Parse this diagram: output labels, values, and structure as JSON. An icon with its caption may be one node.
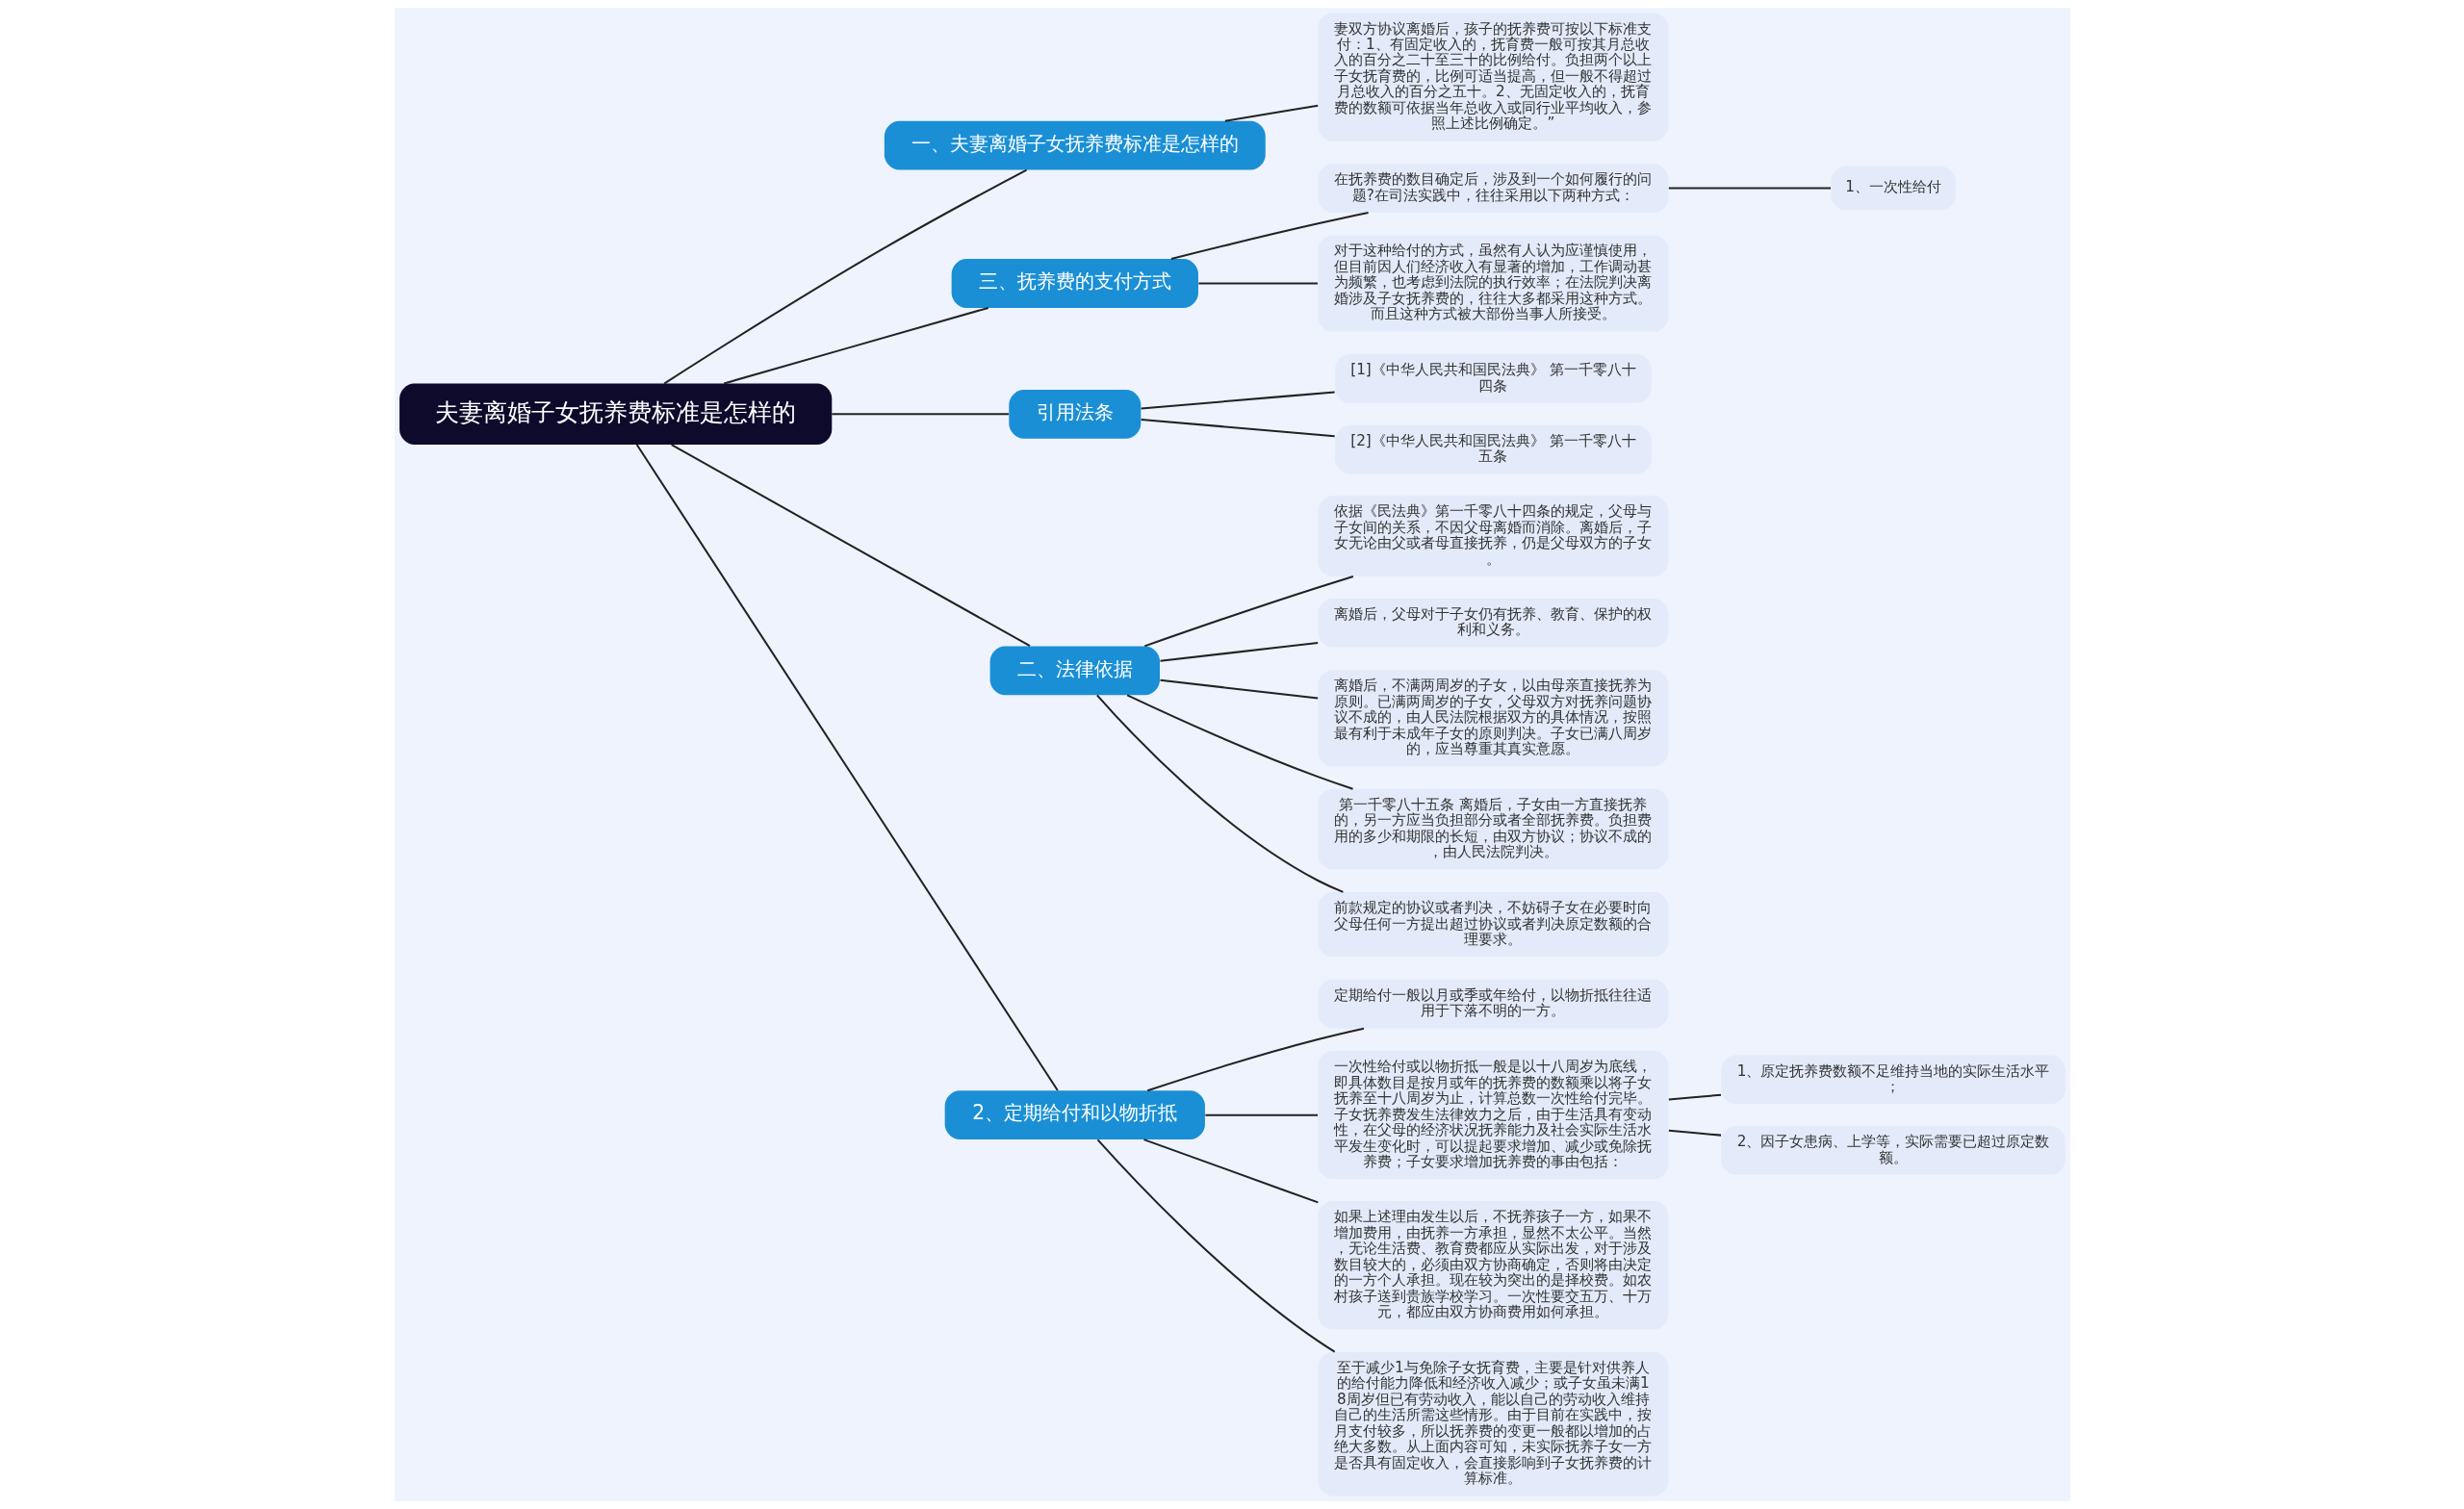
{
  "diagram": {
    "nodes": [
      {
        "text": [
          "夫妻离婚子女抚养费标准是怎样的"
        ]
      },
      {
        "text": [
          "一、夫妻离婚子女抚养费标准是怎样的"
        ]
      },
      {
        "text": [
          "妻双方协议离婚后，孩子的抚养费可按以下标准支付：1、有固定收入的，抚育费一般可按其月总收入的百分之二十至三十的比例给付。负担两个以上子女抚育费的，比例可适当提高，但一般不得超过月总收入的百分之五十。2、无固定收入的，抚育费的数额可依据当年总收入或同行业平均收入，参照上述比例确定。”"
        ]
      },
      {
        "text": [
          "三、抚养费的支付方式"
        ]
      },
      {
        "text": [
          "在抚养费的数目确定后，涉及到一个如何履行的问题?在司法实践中，往往采用以下两种方式："
        ]
      },
      {
        "text": [
          "1、一次性给付"
        ]
      },
      {
        "text": [
          "对于这种给付的方式，虽然有人认为应谨慎使用，但目前因人们经济收入有显著的增加，工作调动甚为频繁，也考虑到法院的执行效率；在法院判决离婚涉及子女抚养费的，往往大多都采用这种方式。而且这种方式被大部份当事人所接受。"
        ]
      },
      {
        "text": [
          "引用法条"
        ]
      },
      {
        "text": [
          "[1]《中华人民共和国民法典》 第一千零八十四条"
        ]
      },
      {
        "text": [
          "[2]《中华人民共和国民法典》 第一千零八十五条"
        ]
      },
      {
        "text": [
          "二、法律依据"
        ]
      },
      {
        "text": [
          "依据《民法典》第一千零八十四条的规定，父母与子女间的关系，不因父母离婚而消除。离婚后，子女无论由父或者母直接抚养，仍是父母双方的子女。"
        ]
      },
      {
        "text": [
          "离婚后，父母对于子女仍有抚养、教育、保护的权利和义务。"
        ]
      },
      {
        "text": [
          "离婚后，不满两周岁的子女，以由母亲直接抚养为原则。已满两周岁的子女，父母双方对抚养问题协议不成的，由人民法院根据双方的具体情况，按照最有利于未成年子女的原则判决。子女已满八周岁的，应当尊重其真实意愿。"
        ]
      },
      {
        "text": [
          "第一千零八十五条 离婚后，子女由一方直接抚养的，另一方应当负担部分或者全部抚养费。负担费用的多少和期限的长短，由双方协议；协议不成的，由人民法院判决。"
        ]
      },
      {
        "text": [
          "前款规定的协议或者判决，不妨碍子女在必要时向父母任何一方提出超过协议或者判决原定数额的合理要求。"
        ]
      },
      {
        "text": [
          "2、定期给付和以物折抵"
        ]
      },
      {
        "text": [
          "定期给付一般以月或季或年给付，以物折抵往往适用于下落不明的一方。"
        ]
      },
      {
        "text": [
          "一次性给付或以物折抵一般是以十八周岁为底线，即具体数目是按月或年的抚养费的数额乘以将子女抚养至十八周岁为止，计算总数一次性给付完毕。子女抚养费发生法律效力之后，由于生活具有变动性，在父母的经济状况抚养能力及社会实际生活水平发生变化时，可以提起要求增加、减少或免除抚养费；子女要求增加抚养费的事由包括："
        ]
      },
      {
        "text": [
          "1、原定抚养费数额不足维持当地的实际生活水平；"
        ]
      },
      {
        "text": [
          "2、因子女患病、上学等，实际需要已超过原定数额。"
        ]
      },
      {
        "text": [
          "如果上述理由发生以后，不抚养孩子一方，如果不增加费用，由抚养一方承担，显然不太公平。当然，无论生活费、教育费都应从实际出发，对于涉及数目较大的，必须由双方协商确定，否则将由决定的一方个人承担。现在较为突出的是择校费。如农村孩子送到贵族学校学习。一次性要交五万、十万元，都应由双方协商费用如何承担。"
        ]
      },
      {
        "text": [
          "至于减少1与免除子女抚育费，主要是针对供养人的给付能力降低和经济收入减少；或子女虽未满18周岁但已有劳动收入，能以自己的劳动收入维持自己的生活所需这些情形。由于目前在实践中，按月支付较多，所以抚养费的变更一般都以增加的占绝大多数。从上面内容可知，未实际抚养子女一方是否具有固定收入，会直接影响到子女抚养费的计算标准。"
        ]
      }
    ],
    "edges": [
      {
        "from": 0,
        "to": 1,
        "arrow": "none"
      },
      {
        "from": 1,
        "to": 2,
        "arrow": "none"
      },
      {
        "from": 0,
        "to": 3,
        "arrow": "none"
      },
      {
        "from": 3,
        "to": 4,
        "arrow": "none"
      },
      {
        "from": 4,
        "to": 5,
        "arrow": "none"
      },
      {
        "from": 3,
        "to": 6,
        "arrow": "none"
      },
      {
        "from": 0,
        "to": 7,
        "arrow": "none"
      },
      {
        "from": 7,
        "to": 8,
        "arrow": "none"
      },
      {
        "from": 7,
        "to": 9,
        "arrow": "none"
      },
      {
        "from": 0,
        "to": 10,
        "arrow": "none"
      },
      {
        "from": 10,
        "to": 11,
        "arrow": "none"
      },
      {
        "from": 10,
        "to": 12,
        "arrow": "none"
      },
      {
        "from": 10,
        "to": 13,
        "arrow": "none"
      },
      {
        "from": 10,
        "to": 14,
        "arrow": "none"
      },
      {
        "from": 10,
        "to": 15,
        "arrow": "none"
      },
      {
        "from": 0,
        "to": 16,
        "arrow": "none"
      },
      {
        "from": 16,
        "to": 17,
        "arrow": "none"
      },
      {
        "from": 16,
        "to": 18,
        "arrow": "none"
      },
      {
        "from": 18,
        "to": 19,
        "arrow": "none"
      },
      {
        "from": 18,
        "to": 20,
        "arrow": "none"
      },
      {
        "from": 16,
        "to": 21,
        "arrow": "none"
      },
      {
        "from": 16,
        "to": 22,
        "arrow": "none"
      }
    ]
  }
}
